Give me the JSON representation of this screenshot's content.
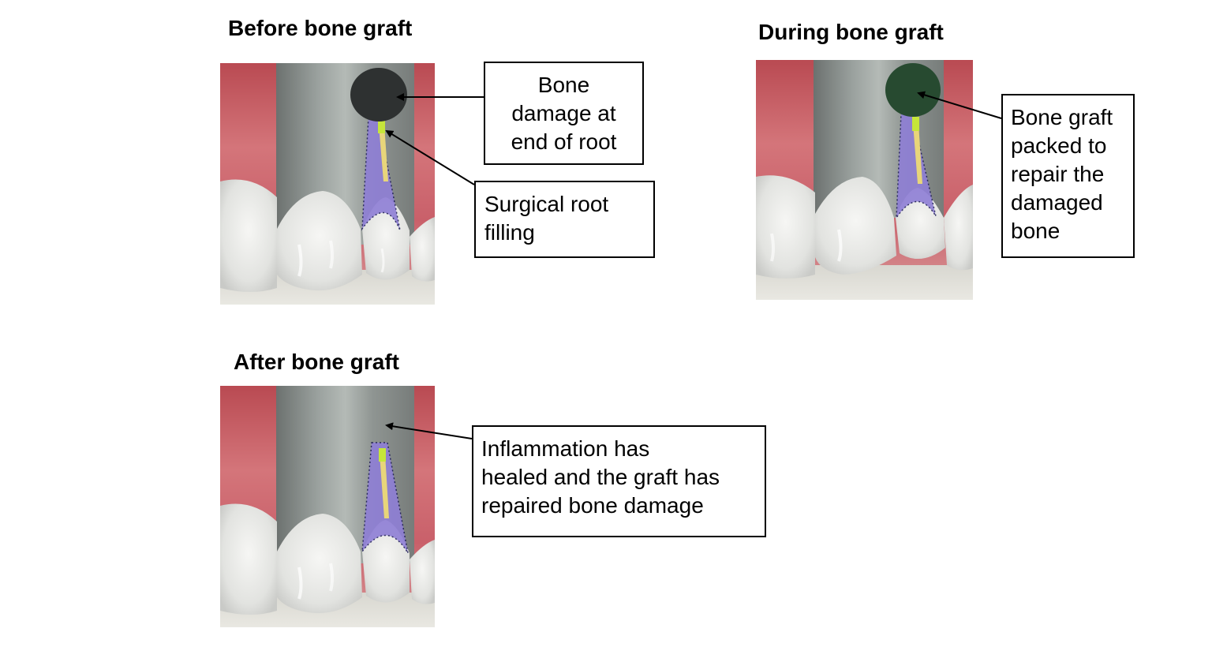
{
  "panels": [
    {
      "id": "before",
      "title": "Before bone graft",
      "lesion": "dark",
      "labels": [
        {
          "lines": [
            "Bone",
            "damage at",
            "end of root"
          ],
          "align": "center"
        },
        {
          "lines": [
            "Surgical root",
            "filling"
          ],
          "align": "left"
        }
      ]
    },
    {
      "id": "during",
      "title": "During bone graft",
      "lesion": "graft",
      "labels": [
        {
          "lines": [
            "Bone graft",
            "packed to",
            "repair the",
            "damaged",
            "bone"
          ],
          "align": "left"
        }
      ]
    },
    {
      "id": "after",
      "title": "After bone graft",
      "lesion": "none",
      "labels": [
        {
          "lines": [
            "Inflammation has",
            "healed and the graft has",
            "repaired bone damage"
          ],
          "align": "left"
        }
      ]
    }
  ],
  "colors": {
    "gum": "#c8505a",
    "tooth": "#e6e6e2",
    "xray": "#8a8f8c",
    "lesion_dark": "#2e3131",
    "lesion_graft": "#274a30",
    "root_ligament": "#8a78cc",
    "root_filling": "#e8d57a",
    "apical_seal": "#c6e63a",
    "outline": "#000000"
  }
}
